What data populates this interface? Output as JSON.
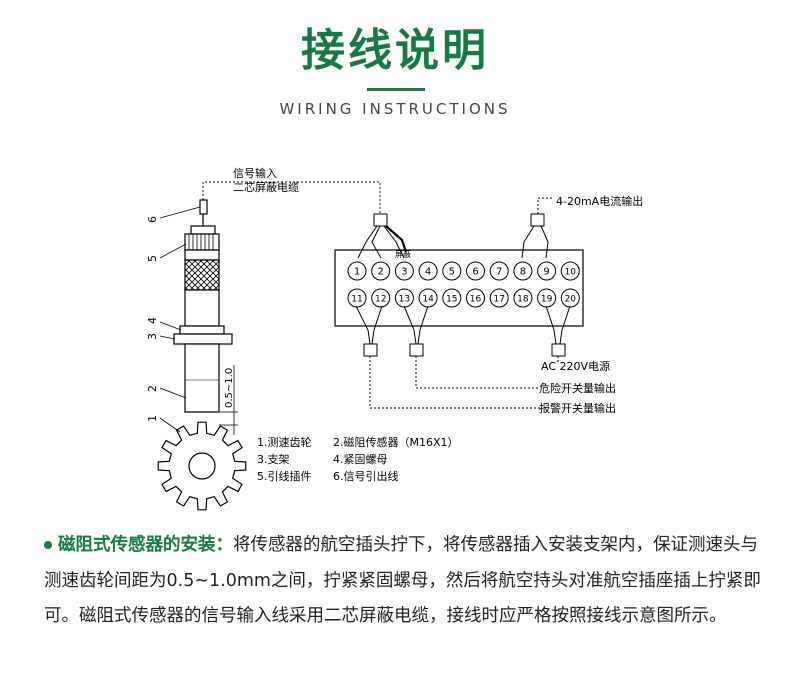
{
  "header": {
    "title": "接线说明",
    "subtitle": "WIRING INSTRUCTIONS"
  },
  "diagram": {
    "cable_label_line1": "信号输入",
    "cable_label_line2": "二芯屏蔽电缆",
    "part_numbers": [
      "6",
      "5",
      "4",
      "3",
      "2",
      "1"
    ],
    "dimension": "0.5~1.0",
    "shield_label": "屏蔽",
    "terminals_top": [
      "1",
      "2",
      "3",
      "4",
      "5",
      "6",
      "7",
      "8",
      "9",
      "10"
    ],
    "terminals_bottom": [
      "11",
      "12",
      "13",
      "14",
      "15",
      "16",
      "17",
      "18",
      "19",
      "20"
    ],
    "outputs": {
      "current": "4-20mA电流输出",
      "power": "AC 220V电源",
      "danger": "危险开关量输出",
      "alarm": "报警开关量输出"
    },
    "legend": [
      "1.测速齿轮",
      "2.磁阻传感器（M16X1）",
      "3.支架",
      "4.紧固螺母",
      "5.引线插件",
      "6.信号引出线"
    ]
  },
  "description": {
    "lead": "磁阻式传感器的安装：",
    "text": "将传感器的航空插头拧下，将传感器插入安装支架内，保证测速头与测速齿轮间距为0.5~1.0mm之间，拧紧紧固螺母，然后将航空持头对准航空插座插上拧紧即可。磁阻式传感器的信号输入线采用二芯屏蔽电缆，接线时应严格按照接线示意图所示。"
  },
  "colors": {
    "accent": "#167a45",
    "text": "#222222",
    "line": "#000000"
  }
}
